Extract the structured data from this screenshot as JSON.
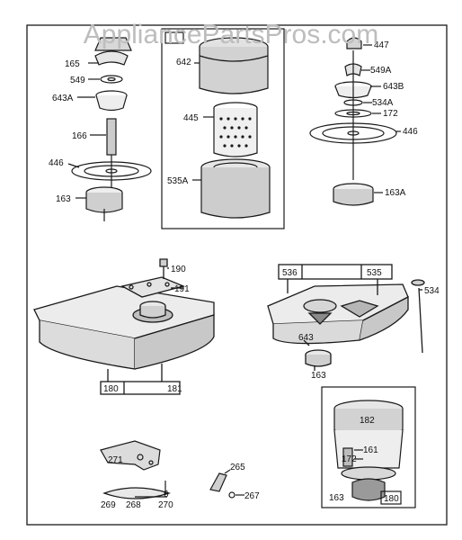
{
  "watermark": "AppliancePartsPros.com",
  "colors": {
    "ink": "#1a1a1a",
    "paper": "#ffffff",
    "fill": "#d8d8d8",
    "watermark": "#bdbdbd"
  },
  "labels": {
    "p165": "165",
    "p549": "549",
    "p643A": "643A",
    "p166": "166",
    "p446_left": "446",
    "p163_left": "163",
    "p642": "642",
    "p445": "445",
    "p535A": "535A",
    "p447": "447",
    "p549A": "549A",
    "p643B": "643B",
    "p534A": "534A",
    "p172_right": "172",
    "p446_right": "446",
    "p163A": "163A",
    "p190": "190",
    "p191": "191",
    "p180": "180",
    "p181": "181",
    "p536": "536",
    "p535": "535",
    "p534": "534",
    "p643": "643",
    "p163_mid": "163",
    "p182": "182",
    "p161_inset": "161",
    "p172_inset": "172",
    "p163_inset": "163",
    "p180_inset": "180",
    "p271": "271",
    "p269": "269",
    "p268": "268",
    "p270": "270",
    "p6": "6",
    "p265": "265",
    "p267": "267"
  }
}
